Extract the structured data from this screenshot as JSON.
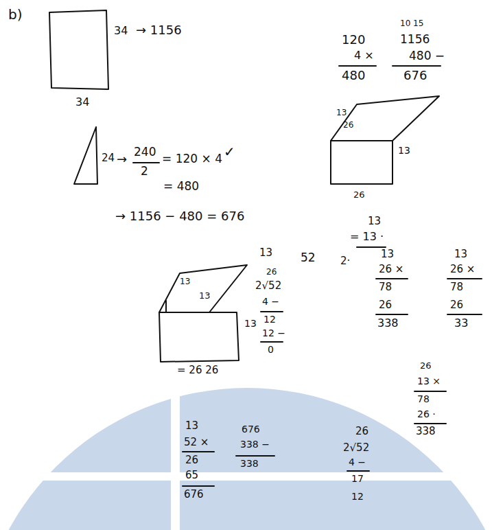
{
  "diagram": {
    "labels": [
      "b)",
      "34",
      "→ 1156",
      "34",
      "24",
      "→",
      "240",
      "2",
      "= 120 × 4",
      "✓",
      "= 480",
      "→ 1156 − 480 = 676",
      "120",
      "4 ×",
      "480",
      "10 15",
      "1156",
      "480 −",
      "676",
      "13",
      "26",
      "13",
      "26",
      "13",
      "= 13 ·",
      "13",
      "13",
      "13",
      "= 26 26",
      "13",
      "52",
      "2·",
      "26",
      "2√52",
      "4 −",
      "12",
      "12 −",
      "0",
      "13",
      "26 ×",
      "78",
      "26",
      "338",
      "13",
      "26 ×",
      "78",
      "26",
      "33",
      "26",
      "13 ×",
      "78",
      "26 ·",
      "338",
      "13",
      "52 ×",
      "26",
      "65",
      "676",
      "676",
      "338 −",
      "338",
      "26",
      "2√52",
      "4 −",
      "17",
      "12"
    ]
  }
}
